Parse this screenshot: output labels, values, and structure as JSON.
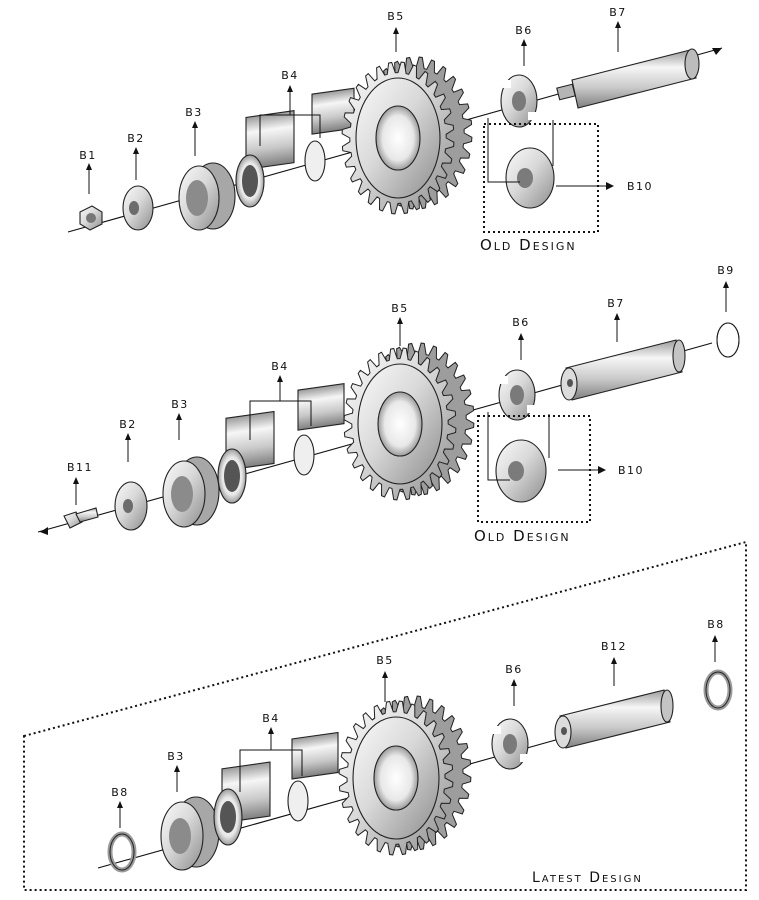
{
  "labels": {
    "b1": "B1",
    "b2": "B2",
    "b3": "B3",
    "b4": "B4",
    "b5": "B5",
    "b6": "B6",
    "b7": "B7",
    "b8": "B8",
    "b9": "B9",
    "b10": "B10",
    "b11": "B11",
    "b12": "B12"
  },
  "captions": {
    "old_design": "Old Design",
    "latest_design": "Latest Design"
  },
  "palette": {
    "metal_light": "#f4f4f4",
    "metal_mid": "#c8c8c8",
    "metal_dark": "#8a8a8a",
    "ink": "#111111"
  }
}
